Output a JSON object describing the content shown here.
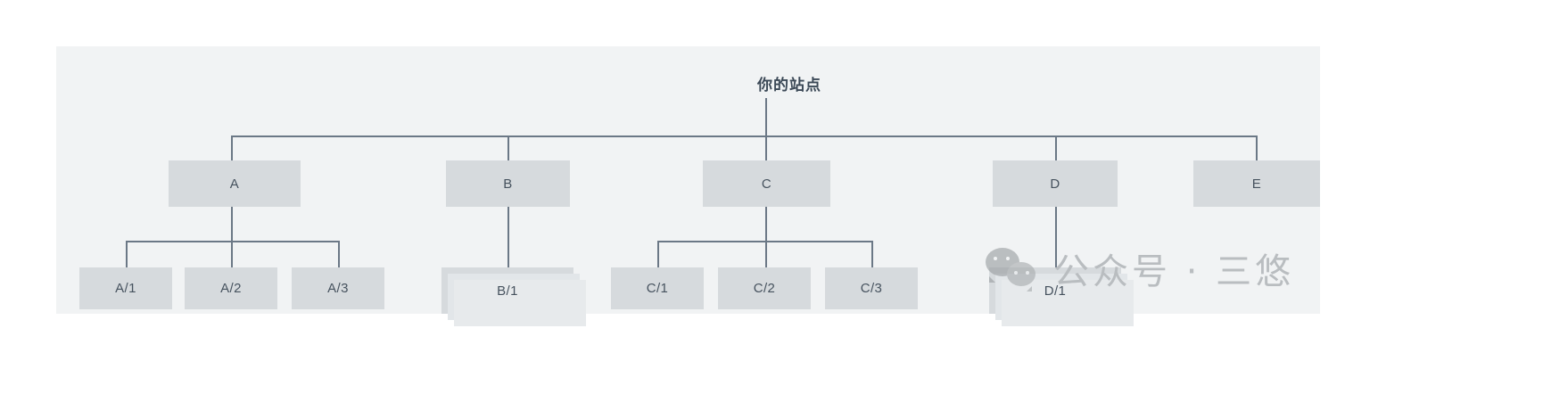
{
  "canvas": {
    "background": "#f1f3f4",
    "node_fill": "#d6dadd",
    "node_text": "#46525e",
    "line_color": "#6b7886"
  },
  "tree": {
    "root": {
      "label": "你的站点"
    },
    "level1": [
      {
        "label": "A"
      },
      {
        "label": "B"
      },
      {
        "label": "C"
      },
      {
        "label": "D"
      },
      {
        "label": "E"
      }
    ],
    "level2": {
      "A": [
        {
          "label": "A/1"
        },
        {
          "label": "A/2"
        },
        {
          "label": "A/3"
        }
      ],
      "B": [
        {
          "label": "B/1",
          "stacked": true
        }
      ],
      "C": [
        {
          "label": "C/1"
        },
        {
          "label": "C/2"
        },
        {
          "label": "C/3"
        }
      ],
      "D": [
        {
          "label": "D/1",
          "stacked": true
        }
      ],
      "E": []
    }
  },
  "watermark": {
    "text": "公众号 · 三悠",
    "logo": "wechat-logo",
    "color": "#b9bdc0"
  }
}
